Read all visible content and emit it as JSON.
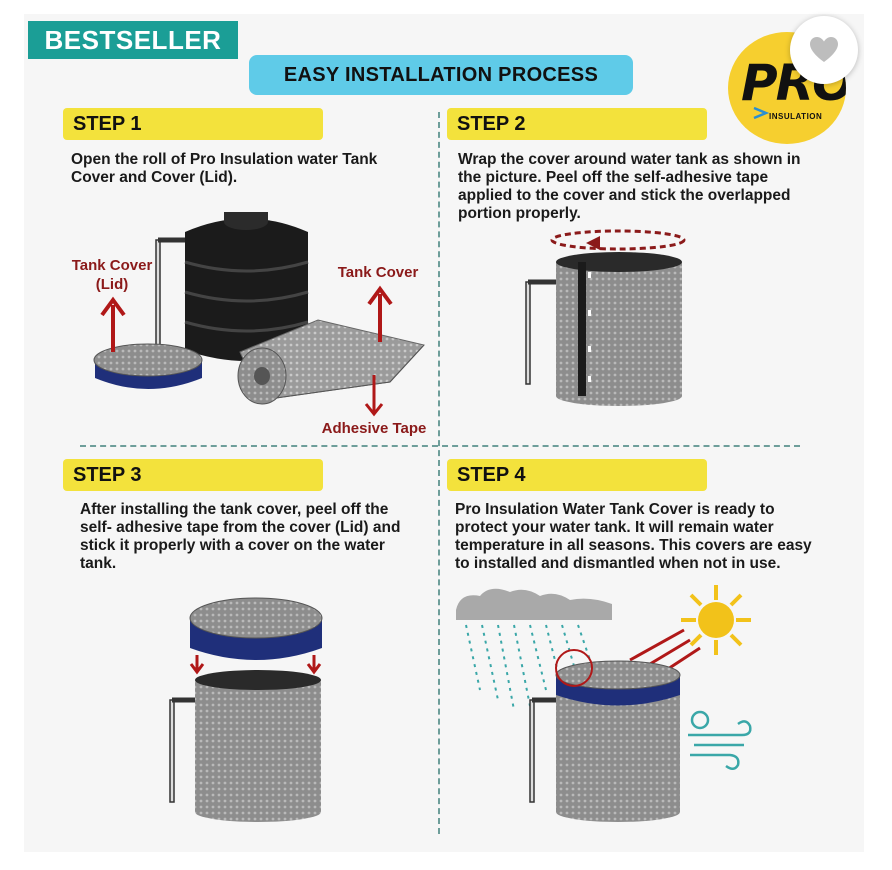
{
  "badge": "BESTSELLER",
  "title": "EASY INSTALLATION PROCESS",
  "logo": {
    "text": "PRO",
    "sub": "INSULATION"
  },
  "wishlist": {
    "icon": "heart-icon"
  },
  "steps": [
    {
      "label": "STEP 1",
      "text": "Open the roll of Pro Insulation water Tank Cover and Cover (Lid)."
    },
    {
      "label": "STEP 2",
      "text": "Wrap the cover around water tank as shown in the picture. Peel off the self-adhesive tape applied to the cover and stick the overlapped portion properly."
    },
    {
      "label": "STEP 3",
      "text": "After installing the tank cover, peel off the self- adhesive tape from the cover (Lid) and stick it properly with a cover on the water tank."
    },
    {
      "label": "STEP 4",
      "text": "Pro Insulation Water Tank Cover is ready to protect your water tank. It will remain water temperature in all seasons. This covers are easy to installed and dismantled when not in use."
    }
  ],
  "labels": {
    "lid": "Tank Cover (Lid)",
    "cover": "Tank Cover",
    "tape": "Adhesive Tape"
  },
  "colors": {
    "badge": "#1b9e96",
    "title_bg": "#5fcbe8",
    "step_bg": "#f3e23c",
    "label": "#8b1a1a",
    "lid_band": "#1f2f7a",
    "sun": "#f2c21a"
  }
}
